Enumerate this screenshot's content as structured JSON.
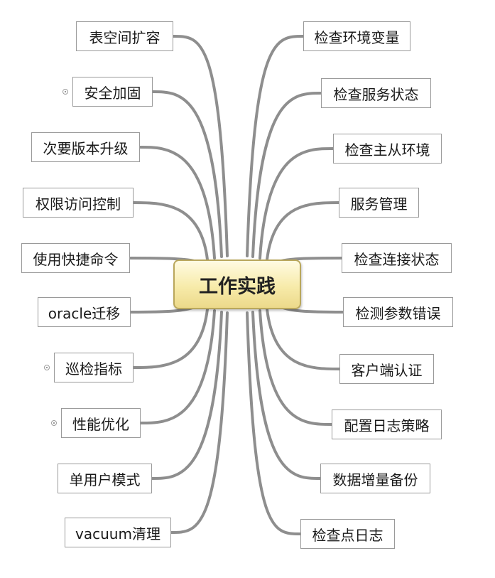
{
  "mindmap": {
    "center": "工作实践",
    "link_color": "#8e8e8e",
    "left": [
      {
        "label": "表空间扩容",
        "collapsed": false
      },
      {
        "label": "安全加固",
        "collapsed": true
      },
      {
        "label": "次要版本升级",
        "collapsed": false
      },
      {
        "label": "权限访问控制",
        "collapsed": false
      },
      {
        "label": "使用快捷命令",
        "collapsed": false
      },
      {
        "label": "oracle迁移",
        "collapsed": false
      },
      {
        "label": "巡检指标",
        "collapsed": true
      },
      {
        "label": "性能优化",
        "collapsed": true
      },
      {
        "label": "单用户模式",
        "collapsed": false
      },
      {
        "label": "vacuum清理",
        "collapsed": false
      }
    ],
    "right": [
      {
        "label": "检查环境变量",
        "collapsed": false
      },
      {
        "label": "检查服务状态",
        "collapsed": false
      },
      {
        "label": "检查主从环境",
        "collapsed": false
      },
      {
        "label": "服务管理",
        "collapsed": false
      },
      {
        "label": "检查连接状态",
        "collapsed": false
      },
      {
        "label": "检测参数错误",
        "collapsed": false
      },
      {
        "label": "客户端认证",
        "collapsed": false
      },
      {
        "label": "配置日志策略",
        "collapsed": false
      },
      {
        "label": "数据增量备份",
        "collapsed": false
      },
      {
        "label": "检查点日志",
        "collapsed": false
      }
    ]
  }
}
